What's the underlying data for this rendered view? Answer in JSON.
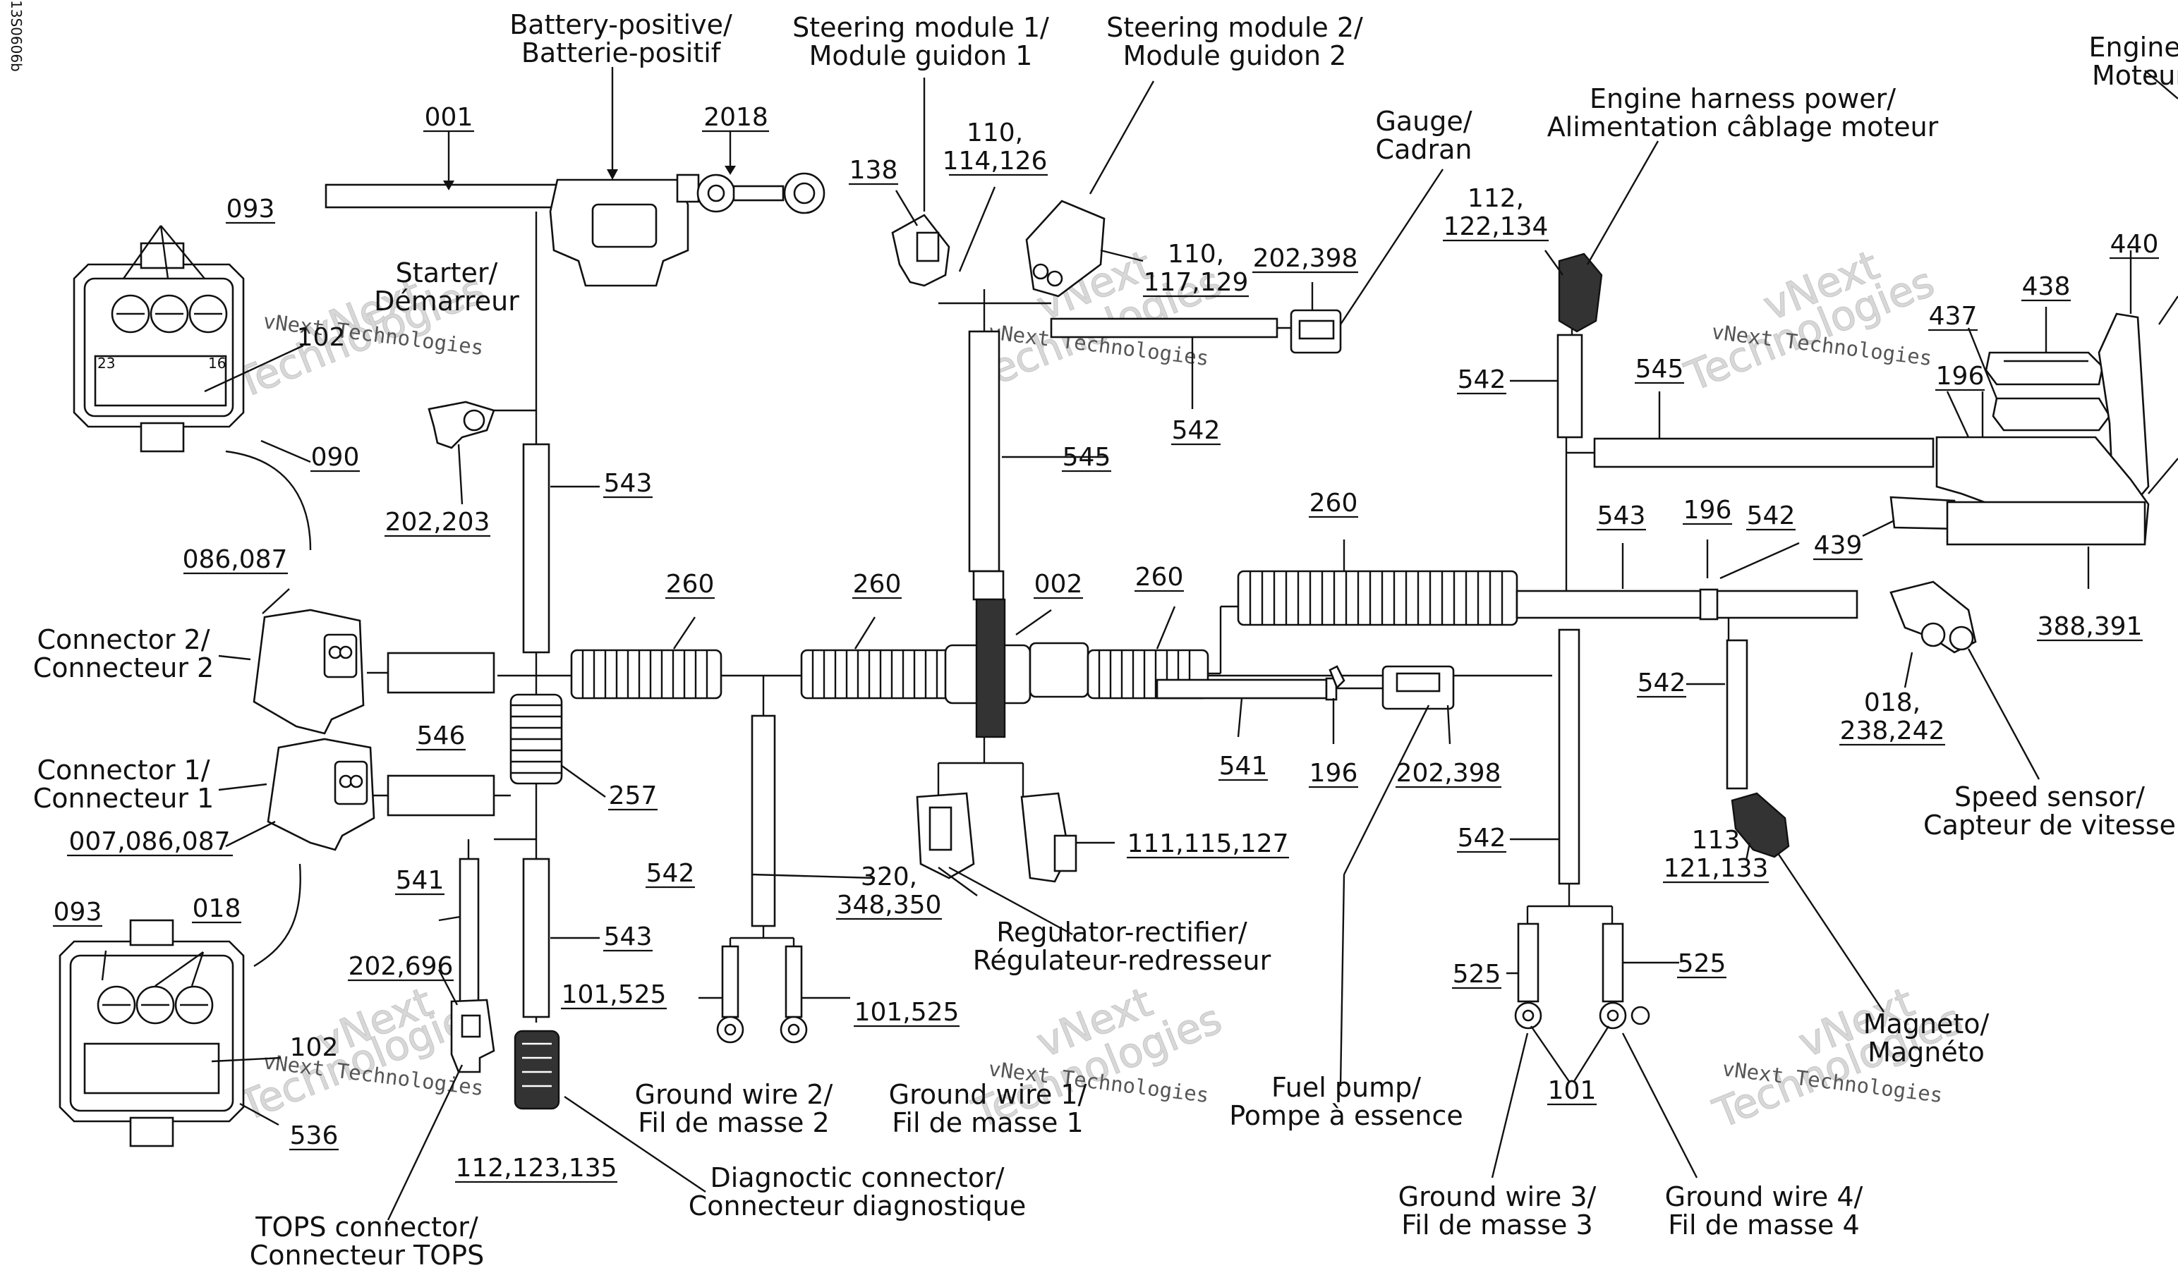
{
  "doc_code": "13S0606b",
  "watermark": {
    "top": "vNext",
    "bottom": "Technologies",
    "inline": "vNext Technologies"
  },
  "labels": {
    "battery": "Battery-positive/\nBatterie-positif",
    "starter": "Starter/\nDémarreur",
    "steering1": "Steering module 1/\nModule guidon 1",
    "steering2": "Steering module 2/\nModule guidon 2",
    "gauge": "Gauge/\nCadran",
    "engine_harness": "Engine harness power/\nAlimentation câblage moteur",
    "engine": "Engine/\nMoteur",
    "connector2": "Connector 2/\nConnecteur 2",
    "connector1": "Connector 1/\nConnecteur 1",
    "regulator": "Regulator-rectifier/\nRégulateur-redresseur",
    "ground1": "Ground wire 1/\nFil de masse 1",
    "ground2": "Ground wire 2/\nFil de masse 2",
    "ground3": "Ground wire 3/\nFil de masse 3",
    "ground4": "Ground wire 4/\nFil de masse 4",
    "fuel_pump": "Fuel pump/\nPompe à essence",
    "magneto": "Magneto/\nMagnéto",
    "speed_sensor": "Speed sensor/\nCapteur de vitesse",
    "diag": "Diagnoctic connector/\nConnecteur diagnostique",
    "tops": "TOPS connector/\nConnecteur TOPS"
  },
  "part_numbers": {
    "n001": "001",
    "n002": "002",
    "n2018": "2018",
    "n093a": "093",
    "n093b": "093",
    "n102a": "102",
    "n102b": "102",
    "n090": "090",
    "n536": "536",
    "n018a": "018",
    "n086": "086,087",
    "n007": "007,086,087",
    "n546": "546",
    "n257": "257",
    "n541a": "541",
    "n541b": "541",
    "n543a": "543",
    "n543b": "543",
    "n543c": "543",
    "n542a": "542",
    "n542b": "542",
    "n542c": "542",
    "n542d": "542",
    "n542e": "542",
    "n542f": "542",
    "n545a": "545",
    "n545b": "545",
    "n260a": "260",
    "n260b": "260",
    "n260c": "260",
    "n260d": "260",
    "n202203": "202,203",
    "n202696": "202,696",
    "n112123": "112,123,135",
    "n138": "138",
    "n110a": "110,\n114,126",
    "n110b": "110,\n117,129",
    "n202398a": "202,398",
    "n202398b": "202,398",
    "n112122": "112,\n122,134",
    "n101525a": "101,525",
    "n101525b": "101,525",
    "n320": "320,\n348,350",
    "n111": "111,115,127",
    "n196a": "196",
    "n196b": "196",
    "n196c": "196",
    "n438": "438",
    "n437": "437",
    "n440": "440",
    "n439": "439",
    "n388": "388,391",
    "n018b": "018,\n238,242",
    "n113": "113\n121,133",
    "n525a": "525",
    "n525b": "525",
    "n101": "101"
  }
}
